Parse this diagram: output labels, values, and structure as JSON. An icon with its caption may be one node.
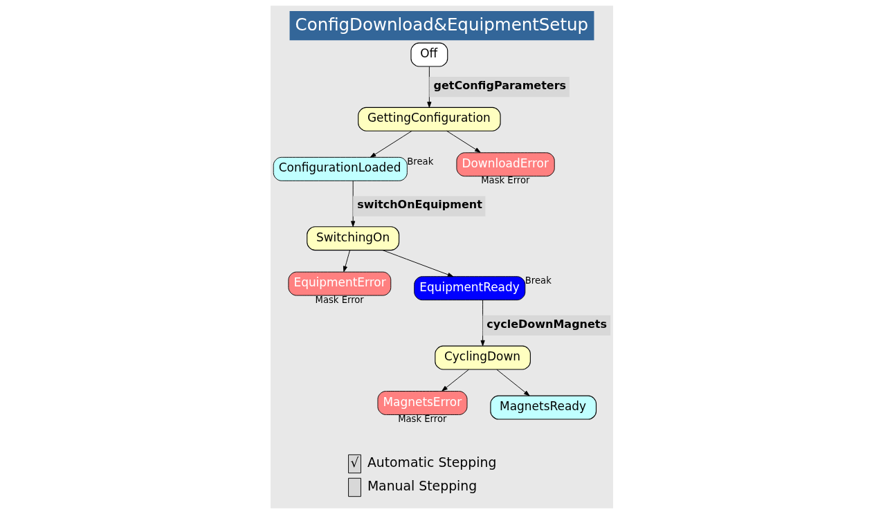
{
  "diagram": {
    "title": "ConfigDownload&EquipmentSetup",
    "nodes": [
      {
        "text": [
          "Off"
        ]
      },
      {
        "text": [
          "GettingConfiguration"
        ]
      },
      {
        "text": [
          "ConfigurationLoaded"
        ],
        "beside": [
          "Break"
        ]
      },
      {
        "text": [
          "DownloadError"
        ],
        "beside": [
          "Mask Error"
        ]
      },
      {
        "text": [
          "SwitchingOn"
        ]
      },
      {
        "text": [
          "EquipmentError"
        ],
        "beside": [
          "Mask Error"
        ]
      },
      {
        "text": [
          "EquipmentReady"
        ],
        "beside": [
          "Break"
        ]
      },
      {
        "text": [
          "CyclingDown"
        ]
      },
      {
        "text": [
          "MagnetsError"
        ],
        "beside": [
          "Mask Error"
        ]
      },
      {
        "text": [
          "MagnetsReady"
        ]
      }
    ],
    "edges": [
      {
        "from": 0,
        "to": 1,
        "arrow": "to",
        "label": "getConfigParameters"
      },
      {
        "from": 1,
        "to": 3,
        "arrow": "to"
      },
      {
        "from": 1,
        "to": 2,
        "arrow": "to"
      },
      {
        "from": 2,
        "to": 4,
        "arrow": "to",
        "label": "switchOnEquipment"
      },
      {
        "from": 4,
        "to": 5,
        "arrow": "to"
      },
      {
        "from": 4,
        "to": 6,
        "arrow": "to"
      },
      {
        "from": 6,
        "to": 7,
        "arrow": "to",
        "label": "cycleDownMagnets"
      },
      {
        "from": 7,
        "to": 8,
        "arrow": "to"
      },
      {
        "from": 7,
        "to": 9,
        "arrow": "to"
      }
    ],
    "labels": [
      "√",
      "Automatic Stepping",
      "Manual Stepping"
    ]
  }
}
